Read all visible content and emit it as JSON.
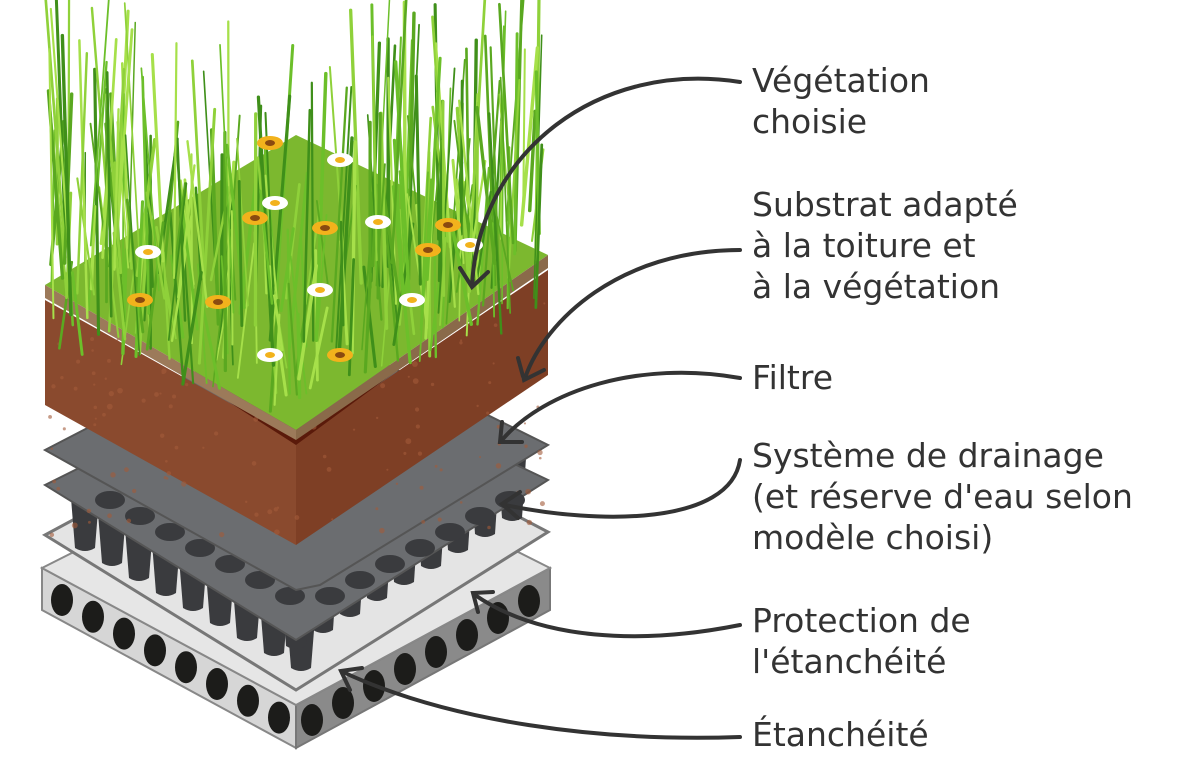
{
  "labels": [
    {
      "lines": [
        "Végétation",
        "choisie"
      ]
    },
    {
      "lines": [
        "Substrat adapté",
        "à la toiture et",
        "à la végétation"
      ]
    },
    {
      "lines": [
        "Filtre"
      ]
    },
    {
      "lines": [
        "Système de drainage",
        "(et réserve d'eau selon",
        "modèle choisi)"
      ]
    },
    {
      "lines": [
        "Protection de",
        "l'étanchéité"
      ]
    },
    {
      "lines": [
        "Étanchéité"
      ]
    }
  ],
  "colors": {
    "grass": "#7cb82f",
    "soil_front": "#8a4a2e",
    "soil_dark": "#5a1a0a",
    "filter": "#6b6d70",
    "drainage": "#55575a",
    "protection": "#e4e4e4",
    "waterproof": "#d9d9d9",
    "text": "#333333"
  }
}
